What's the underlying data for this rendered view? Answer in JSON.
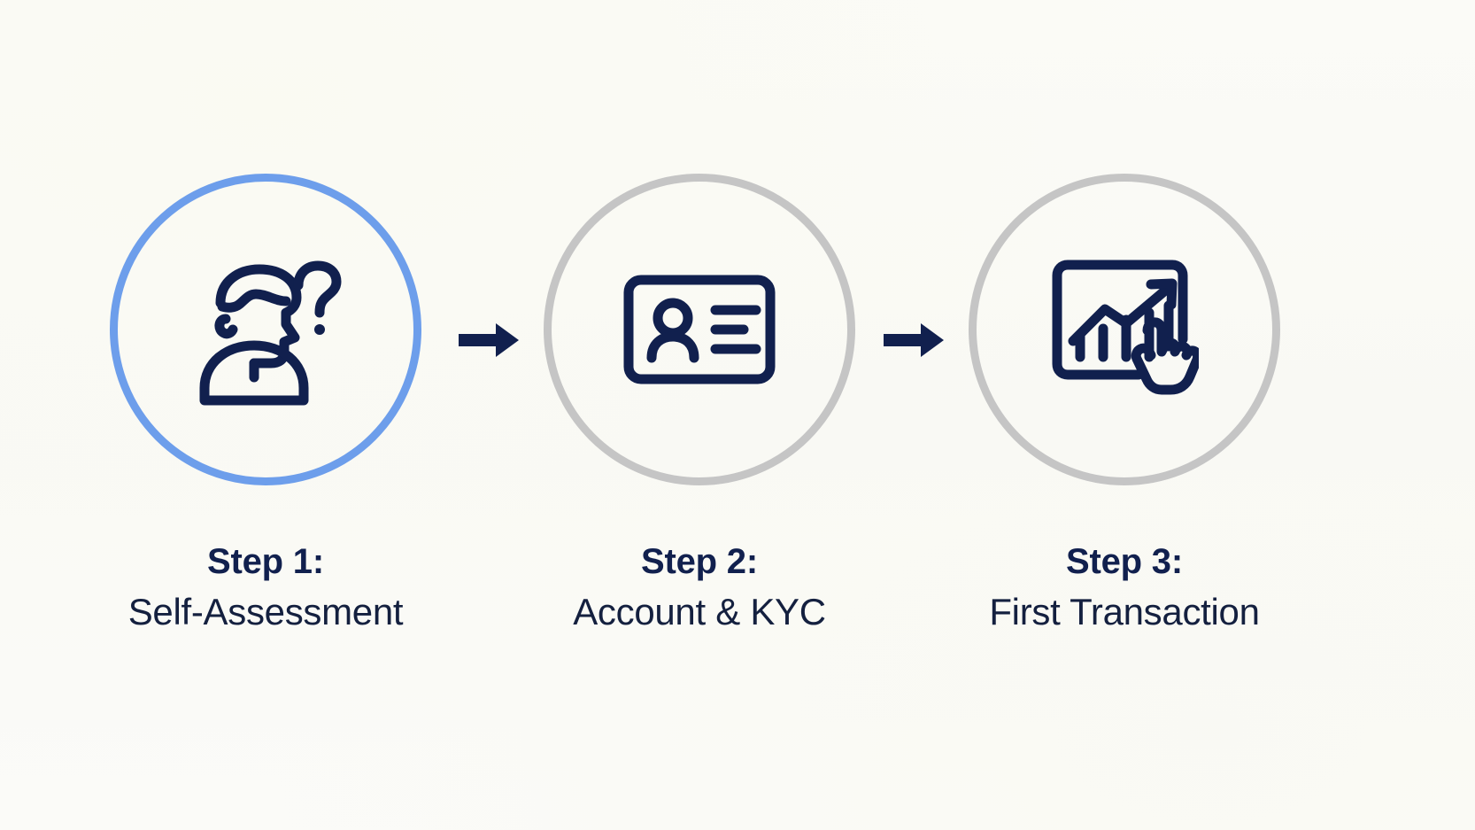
{
  "background_color": "#fafaf8",
  "theme": {
    "active_ring_color": "#6d9eeb",
    "inactive_ring_color": "#c5c5c5",
    "icon_color": "#11204e",
    "text_color": "#14203f",
    "arrow_color": "#11204e"
  },
  "flow": {
    "steps": [
      {
        "title": "Step 1:",
        "subtitle": "Self-Assessment",
        "state": "active",
        "ring_color": "#6d9eeb",
        "icon": "person-question-icon"
      },
      {
        "title": "Step 2:",
        "subtitle": "Account & KYC",
        "state": "inactive",
        "ring_color": "#c5c5c5",
        "icon": "id-card-icon"
      },
      {
        "title": "Step 3:",
        "subtitle": "First Transaction",
        "state": "inactive",
        "ring_color": "#c5c5c5",
        "icon": "chart-click-icon"
      }
    ],
    "connectors": [
      {
        "icon": "arrow-right-icon",
        "from": "Step 1:",
        "to": "Step 2:"
      },
      {
        "icon": "arrow-right-icon",
        "from": "Step 2:",
        "to": "Step 3:"
      }
    ]
  }
}
